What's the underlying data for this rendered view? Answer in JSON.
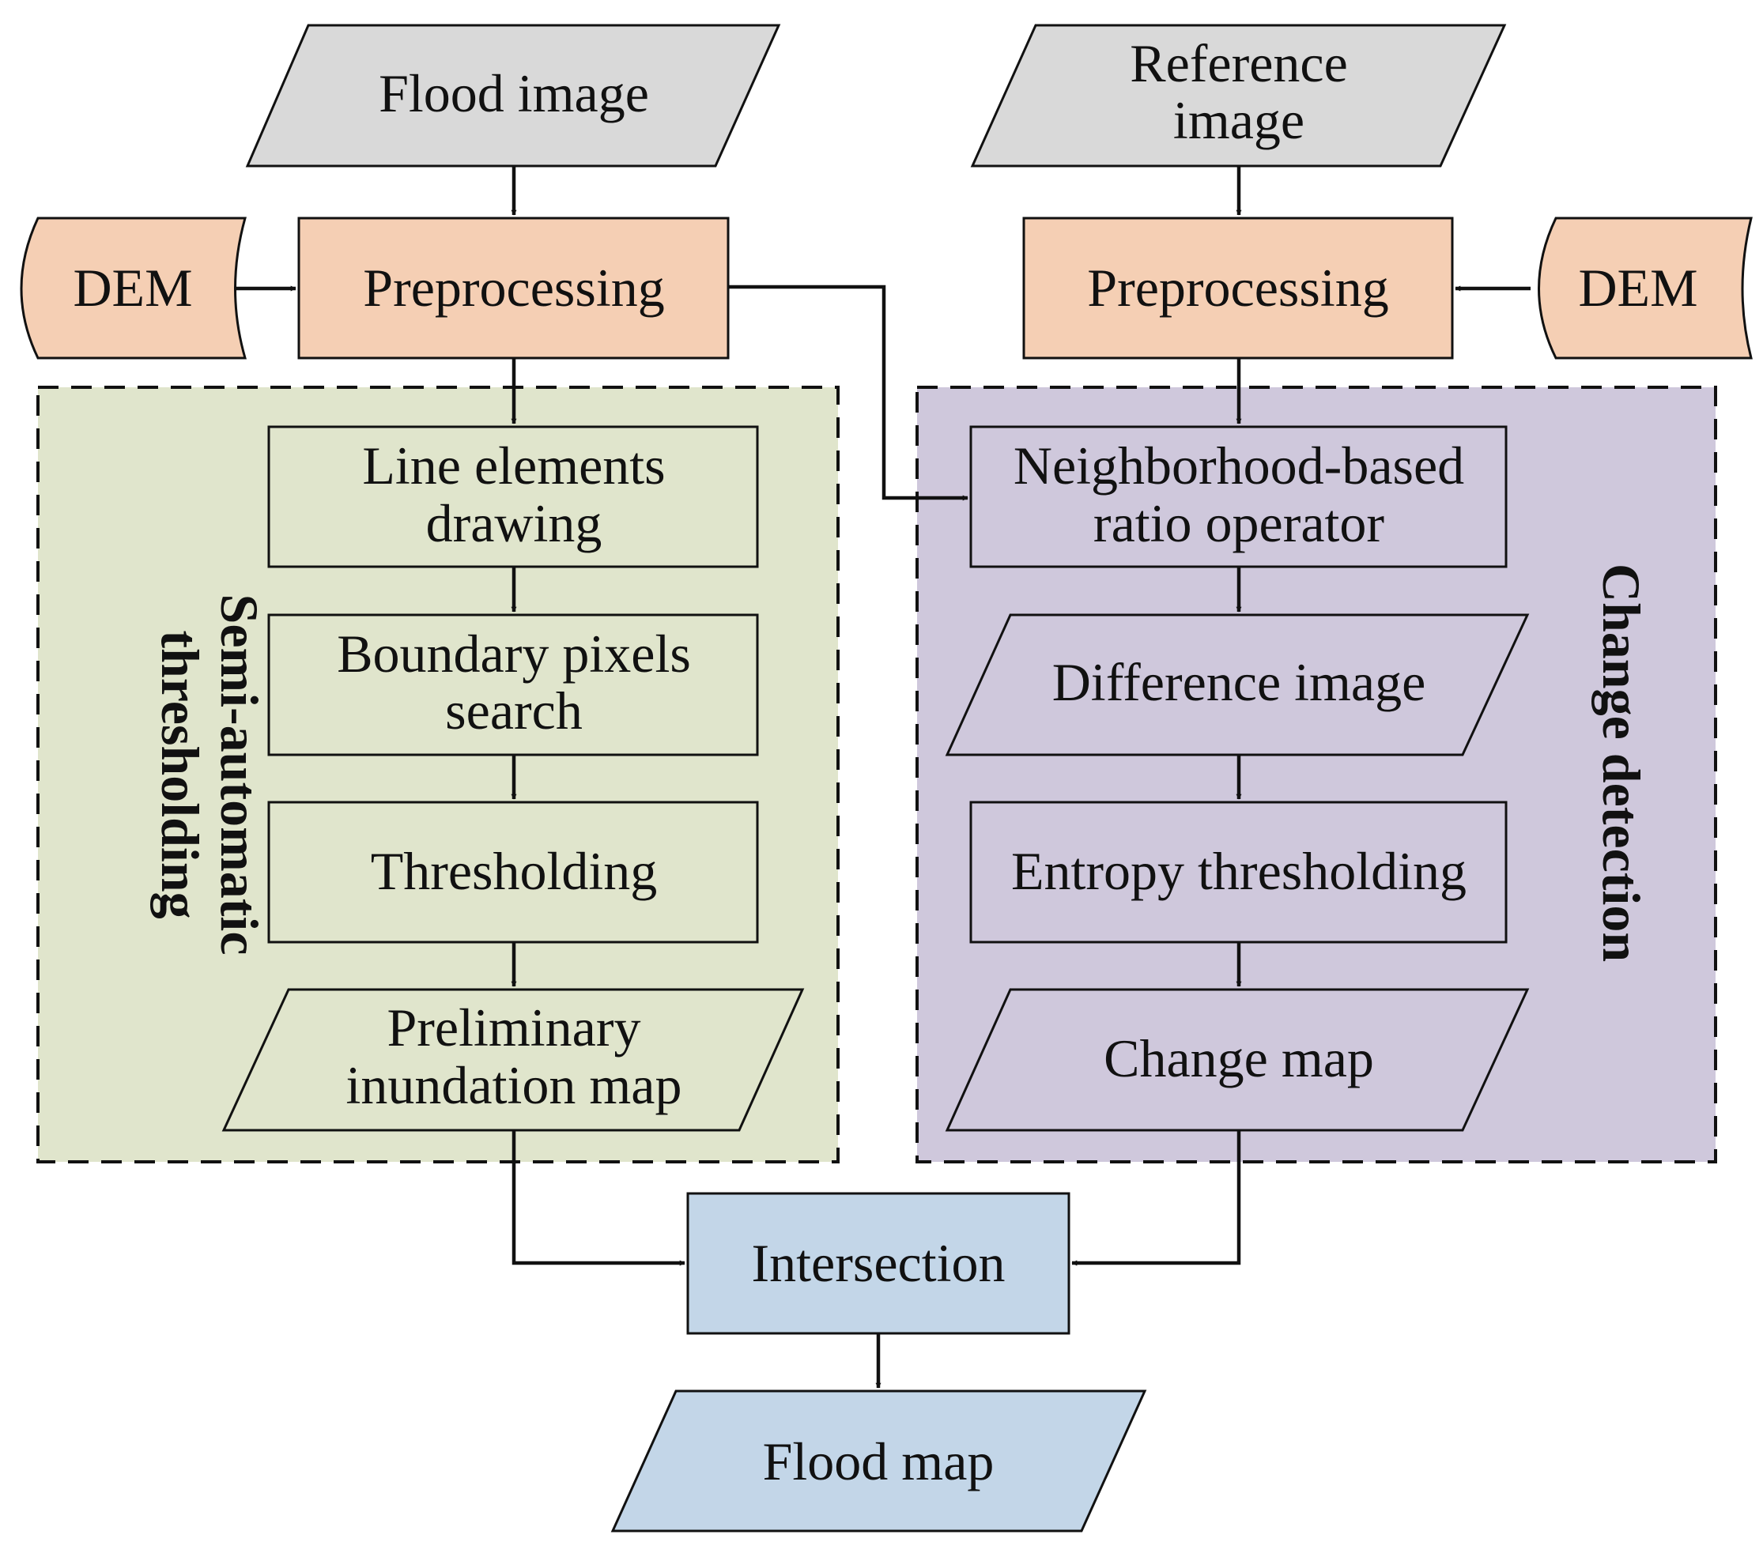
{
  "colors": {
    "input_fill": "#d9d9d9",
    "dem_fill": "#f5cfb4",
    "semi_group_fill": "#e0e5cc",
    "change_group_fill": "#cfc8dc",
    "final_fill": "#c3d6e8",
    "stroke": "#111111"
  },
  "nodes": {
    "flood_image": "Flood image",
    "reference_image": [
      "Reference",
      "image"
    ],
    "dem_left": "DEM",
    "dem_right": "DEM",
    "preprocessing_left": "Preprocessing",
    "preprocessing_right": "Preprocessing",
    "line_elements": [
      "Line elements",
      "drawing"
    ],
    "boundary_pixels": [
      "Boundary pixels",
      "search"
    ],
    "thresholding": "Thresholding",
    "preliminary_map": [
      "Preliminary",
      "inundation map"
    ],
    "neighborhood_ratio": [
      "Neighborhood-based",
      "ratio operator"
    ],
    "difference_image": "Difference image",
    "entropy_thresholding": "Entropy thresholding",
    "change_map": "Change map",
    "intersection": "Intersection",
    "flood_map": "Flood map"
  },
  "groups": {
    "semi_automatic": [
      "Semi-automatic",
      "thresholding"
    ],
    "change_detection": "Change detection"
  }
}
